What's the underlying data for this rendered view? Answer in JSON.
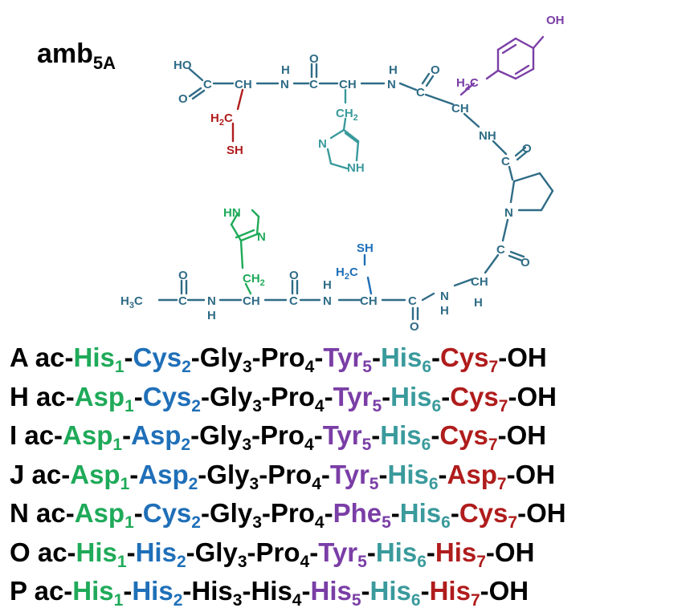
{
  "title": {
    "main": "amb",
    "sub": "5A"
  },
  "colors": {
    "black": "#000000",
    "green": "#1faa59",
    "blue": "#1f6fb8",
    "purple": "#7a3ea6",
    "teal": "#3a9a9c",
    "red": "#b01c1c",
    "backbone": "#2f6c86"
  },
  "structure_labels": {
    "oh_top": "OH",
    "ho": "HO",
    "c1": "C",
    "o1": "O",
    "ch1": "CH",
    "n1": "N",
    "h1": "H",
    "c2": "C",
    "o2": "O",
    "ch2": "CH",
    "h2": "H",
    "n2": "N",
    "o3": "O",
    "c3": "C",
    "h2c_red": "H2C",
    "sh_red": "SH",
    "ch2_teal": "CH2",
    "n_teal": "N",
    "nh_teal": "NH",
    "h2c_purple": "H2C",
    "ch3": "CH",
    "nh3": "NH",
    "c4": "C",
    "o4": "O",
    "n_pro": "N",
    "c5": "C",
    "o5": "O",
    "ch5": "CH",
    "h5": "H",
    "n5": "N",
    "h5b": "H",
    "c6": "C",
    "o6": "O",
    "ch6": "CH",
    "n6": "N",
    "h6": "H",
    "c7": "C",
    "o7": "O",
    "sh_blue": "SH",
    "h2c_blue": "H2C",
    "ch7": "CH",
    "ch2_green": "CH2",
    "hn_green": "HN",
    "n_green": "N",
    "n8": "N",
    "h8": "H",
    "c8": "C",
    "o8": "O",
    "h3c": "H3C"
  },
  "sequences": [
    {
      "id": "A",
      "prefix": "ac-",
      "residues": [
        {
          "name": "His",
          "num": "1",
          "color": "green"
        },
        {
          "name": "Cys",
          "num": "2",
          "color": "blue"
        },
        {
          "name": "Gly",
          "num": "3",
          "color": "black"
        },
        {
          "name": "Pro",
          "num": "4",
          "color": "black"
        },
        {
          "name": "Tyr",
          "num": "5",
          "color": "purple"
        },
        {
          "name": "His",
          "num": "6",
          "color": "teal"
        },
        {
          "name": "Cys",
          "num": "7",
          "color": "red"
        }
      ],
      "suffix": "-OH"
    },
    {
      "id": "H",
      "prefix": "ac-",
      "residues": [
        {
          "name": "Asp",
          "num": "1",
          "color": "green"
        },
        {
          "name": "Cys",
          "num": "2",
          "color": "blue"
        },
        {
          "name": "Gly",
          "num": "3",
          "color": "black"
        },
        {
          "name": "Pro",
          "num": "4",
          "color": "black"
        },
        {
          "name": "Tyr",
          "num": "5",
          "color": "purple"
        },
        {
          "name": "His",
          "num": "6",
          "color": "teal"
        },
        {
          "name": "Cys",
          "num": "7",
          "color": "red"
        }
      ],
      "suffix": "-OH"
    },
    {
      "id": "I",
      "prefix": "ac-",
      "residues": [
        {
          "name": "Asp",
          "num": "1",
          "color": "green"
        },
        {
          "name": "Asp",
          "num": "2",
          "color": "blue"
        },
        {
          "name": "Gly",
          "num": "3",
          "color": "black"
        },
        {
          "name": "Pro",
          "num": "4",
          "color": "black"
        },
        {
          "name": "Tyr",
          "num": "5",
          "color": "purple"
        },
        {
          "name": "His",
          "num": "6",
          "color": "teal"
        },
        {
          "name": "Cys",
          "num": "7",
          "color": "red"
        }
      ],
      "suffix": "-OH"
    },
    {
      "id": "J",
      "prefix": "ac-",
      "residues": [
        {
          "name": "Asp",
          "num": "1",
          "color": "green"
        },
        {
          "name": "Asp",
          "num": "2",
          "color": "blue"
        },
        {
          "name": "Gly",
          "num": "3",
          "color": "black"
        },
        {
          "name": "Pro",
          "num": "4",
          "color": "black"
        },
        {
          "name": "Tyr",
          "num": "5",
          "color": "purple"
        },
        {
          "name": "His",
          "num": "6",
          "color": "teal"
        },
        {
          "name": "Asp",
          "num": "7",
          "color": "red"
        }
      ],
      "suffix": "-OH"
    },
    {
      "id": "N",
      "prefix": "ac-",
      "residues": [
        {
          "name": "Asp",
          "num": "1",
          "color": "green"
        },
        {
          "name": "Cys",
          "num": "2",
          "color": "blue"
        },
        {
          "name": "Gly",
          "num": "3",
          "color": "black"
        },
        {
          "name": "Pro",
          "num": "4",
          "color": "black"
        },
        {
          "name": "Phe",
          "num": "5",
          "color": "purple"
        },
        {
          "name": "His",
          "num": "6",
          "color": "teal"
        },
        {
          "name": "Cys",
          "num": "7",
          "color": "red"
        }
      ],
      "suffix": "-OH"
    },
    {
      "id": "O",
      "prefix": "ac-",
      "residues": [
        {
          "name": "His",
          "num": "1",
          "color": "green"
        },
        {
          "name": "His",
          "num": "2",
          "color": "blue"
        },
        {
          "name": "Gly",
          "num": "3",
          "color": "black"
        },
        {
          "name": "Pro",
          "num": "4",
          "color": "black"
        },
        {
          "name": "Tyr",
          "num": "5",
          "color": "purple"
        },
        {
          "name": "His",
          "num": "6",
          "color": "teal"
        },
        {
          "name": "His",
          "num": "7",
          "color": "red"
        }
      ],
      "suffix": "-OH"
    },
    {
      "id": "P",
      "prefix": "ac-",
      "residues": [
        {
          "name": "His",
          "num": "1",
          "color": "green"
        },
        {
          "name": "His",
          "num": "2",
          "color": "blue"
        },
        {
          "name": "His",
          "num": "3",
          "color": "black"
        },
        {
          "name": "His",
          "num": "4",
          "color": "black"
        },
        {
          "name": "His",
          "num": "5",
          "color": "purple"
        },
        {
          "name": "His",
          "num": "6",
          "color": "teal"
        },
        {
          "name": "His",
          "num": "7",
          "color": "red"
        }
      ],
      "suffix": "-OH"
    }
  ]
}
